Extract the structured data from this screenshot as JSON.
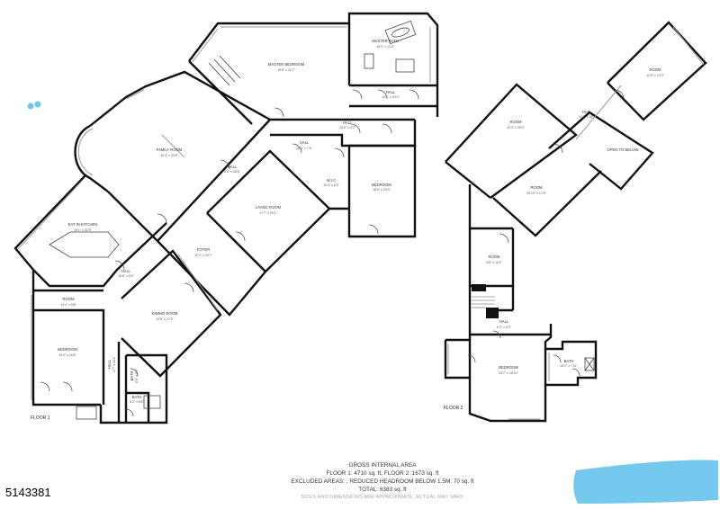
{
  "floor1": {
    "label": "FLOOR 1",
    "rooms": {
      "master_bedroom": {
        "name": "MASTER BEDROOM",
        "dims": "19'5\" x 21'7\""
      },
      "master_bath": {
        "name": "MASTER BATH",
        "dims": "16'3\" x 12'3\""
      },
      "hall_top_small": {
        "name": "HALL",
        "dims": "16'1\" x 4'10\""
      },
      "hall_upper": {
        "name": "HALL",
        "dims": "28'5\" x 3'7\""
      },
      "family_room": {
        "name": "FAMILY ROOM",
        "dims": "30'4\" x 29'8\""
      },
      "hall_mid": {
        "name": "HALL",
        "dims": "5'4\" x 36'8\""
      },
      "hall_small": {
        "name": "HALL",
        "dims": "10'3\" x 7'8\""
      },
      "wic": {
        "name": "W.I.C",
        "dims": "10'4\" x 6'0\""
      },
      "bedroom_right": {
        "name": "BEDROOM",
        "dims": "15'9\" x 23'3\""
      },
      "living_room": {
        "name": "LIVING ROOM",
        "dims": "17'7\" x 20'1\""
      },
      "eat_in_kitchen": {
        "name": "EAT-IN KITCHEN",
        "dims": "19'1\" x 22'8\""
      },
      "foyer": {
        "name": "FOYER",
        "dims": "12'2\" x 29'7\""
      },
      "hall_lower": {
        "name": "HALL",
        "dims": "18'8\" x 5'5\""
      },
      "room_small": {
        "name": "ROOM",
        "dims": "14'4\" x 5'8\""
      },
      "dining_room": {
        "name": "DINING ROOM",
        "dims": "19'8\" x 17'6\""
      },
      "bedroom_left": {
        "name": "BEDROOM",
        "dims": "15'0\" x 16'8\""
      },
      "hall_vert": {
        "name": "HALL",
        "dims": "3'7\" x 18'1\""
      },
      "bath": {
        "name": "BATH",
        "dims": "8'6\" x 8'6\""
      },
      "bath_small": {
        "name": "BATH",
        "dims": "8'2\" x 6'8\""
      }
    }
  },
  "floor2": {
    "label": "FLOOR 2",
    "rooms": {
      "room_top_right": {
        "name": "ROOM",
        "dims": "12'5\" x 23'3\""
      },
      "room_top": {
        "name": "ROOM",
        "dims": "13'3\" x 39'0\""
      },
      "hall": {
        "name": "HALL",
        "dims": "11'1\" x 5'5\""
      },
      "open_to_below": {
        "name": "OPEN TO BELOW",
        "dims": ""
      },
      "room_mid": {
        "name": "ROOM",
        "dims": "33'10\" x 17'8\""
      },
      "room_small": {
        "name": "ROOM",
        "dims": "9'8\" x 11'9\""
      },
      "hall_small": {
        "name": "HALL",
        "dims": "6'3\" x 5'3\""
      },
      "bedroom": {
        "name": "BEDROOM",
        "dims": "23'7\" x 16'10\""
      },
      "bath": {
        "name": "BATH",
        "dims": "10'1\" x 7'11\""
      }
    }
  },
  "summary": {
    "title": "GROSS INTERNAL AREA",
    "line1": "FLOOR 1: 4710 sq. ft, FLOOR 2: 1673 sq. ft",
    "line2": "EXCLUDED AREAS: , REDUCED HEADROOM BELOW 1.5M: 70 sq. ft",
    "line3": "TOTAL: 6383 sq. ft",
    "note": "SIZES AND DIMENSIONS ARE APPROXIMATE, ACTUAL MAY VARY."
  },
  "listing_id": "5143381",
  "colors": {
    "wall": "#111111",
    "window": "#9a9a9a",
    "highlight": "#6ec6ee",
    "page": "#ffffff"
  }
}
